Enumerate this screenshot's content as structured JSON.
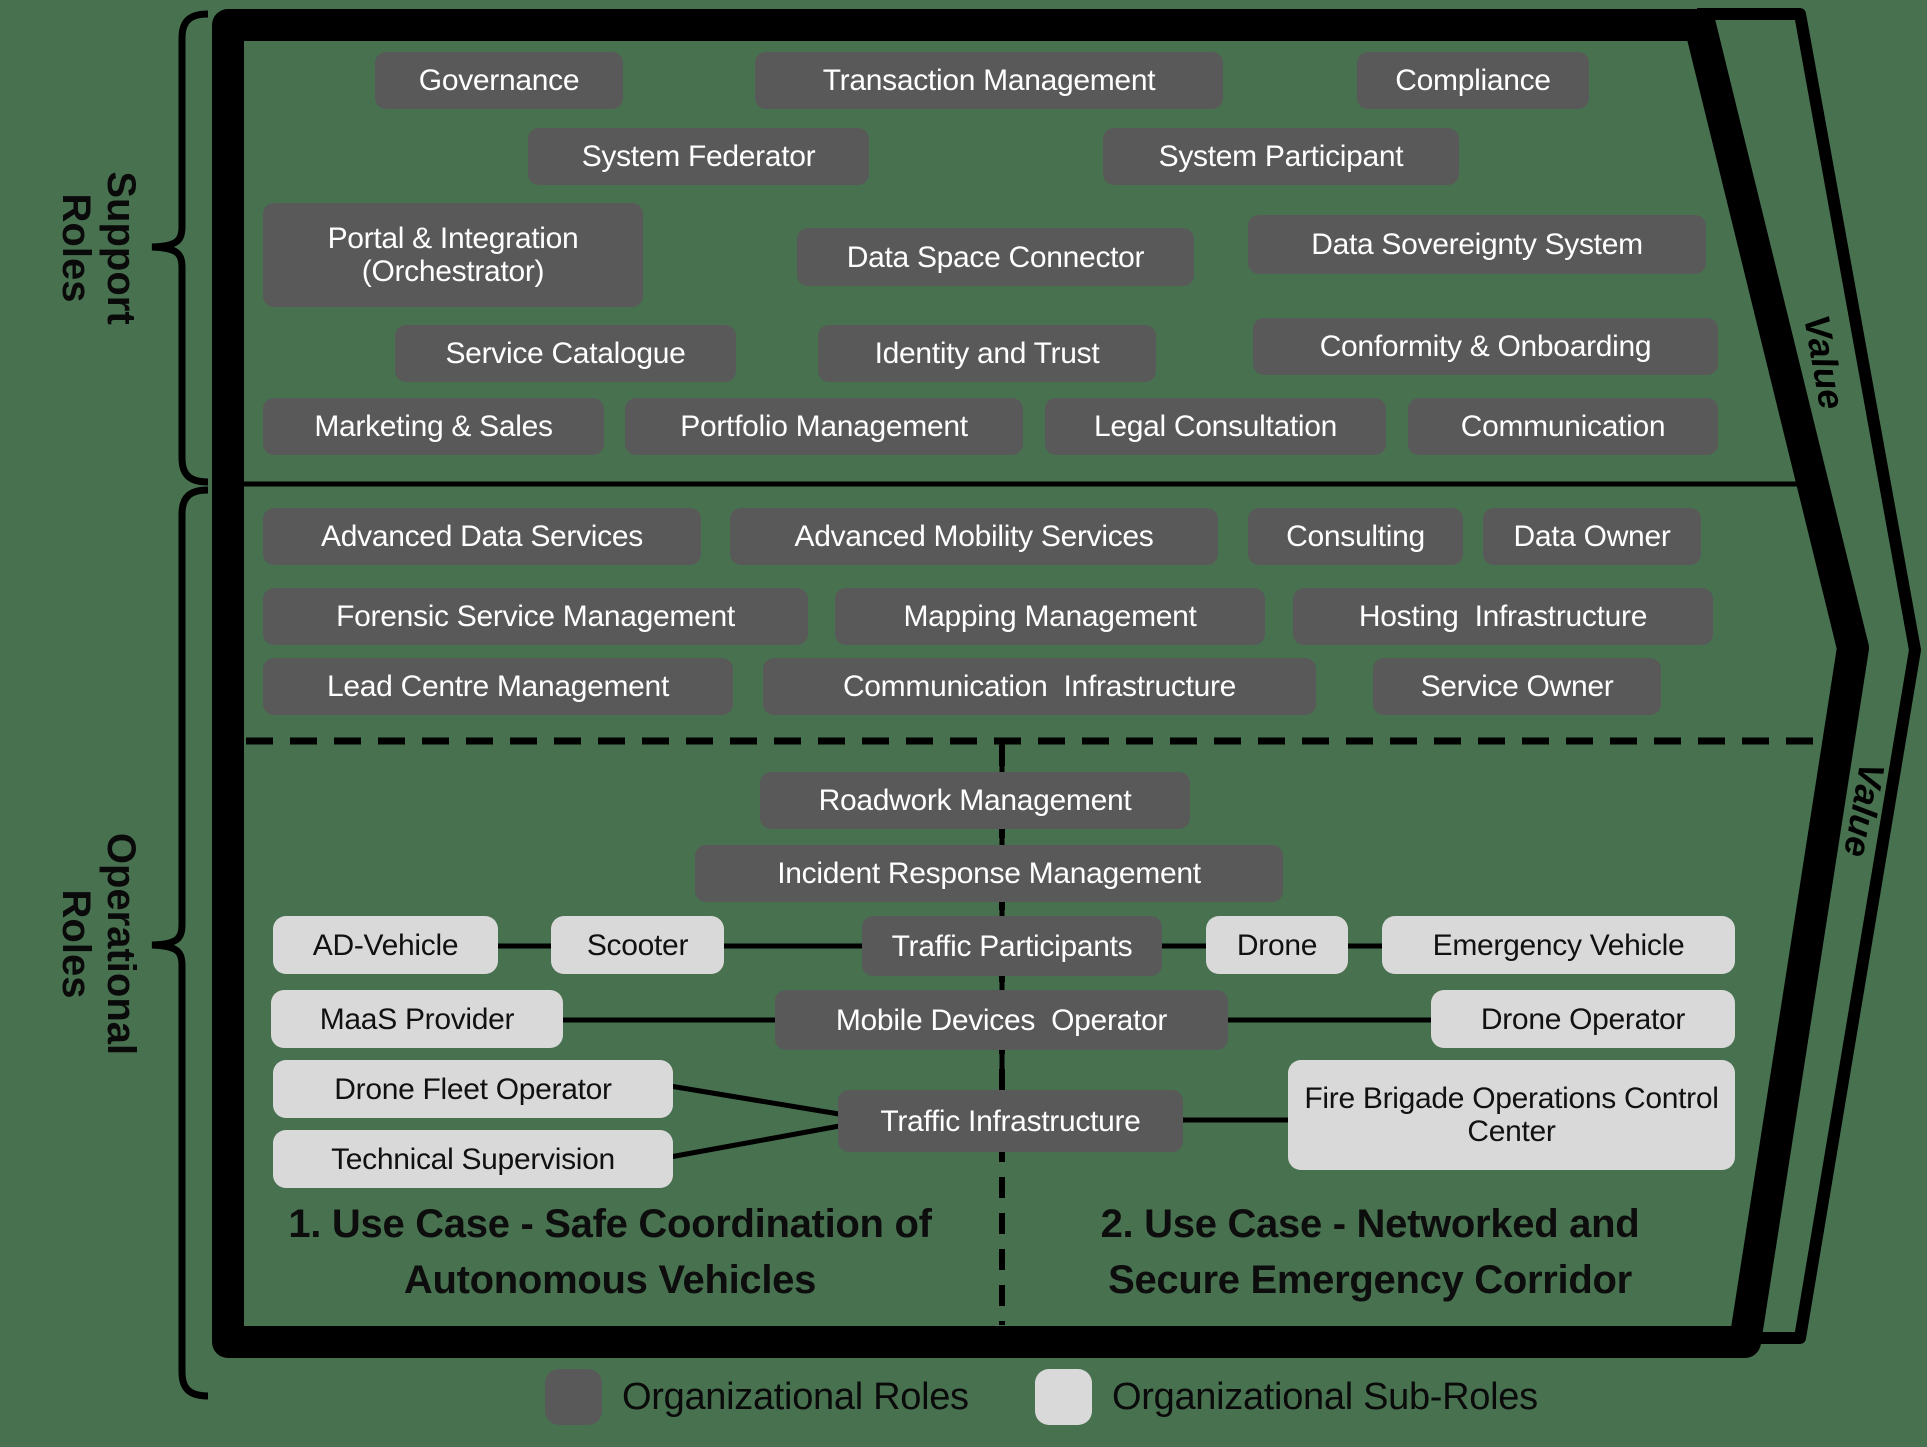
{
  "colors": {
    "background": "#487150",
    "role_box": "#595959",
    "role_box_text": "#ffffff",
    "sub_role_box": "#d9d9d9",
    "sub_role_box_text": "#111111",
    "line": "#000000"
  },
  "left_axis": {
    "support": "Support\nRoles",
    "operational": "Operational\nRoles"
  },
  "value_band": {
    "upper": "Value",
    "lower": "Value"
  },
  "support_boxes": [
    "Governance",
    "Transaction Management",
    "Compliance",
    "System Federator",
    "System Participant",
    "Portal & Integration (Orchestrator)",
    "Data Space Connector",
    "Data Sovereignty System",
    "Service Catalogue",
    "Identity and Trust",
    "Conformity & Onboarding",
    "Marketing & Sales",
    "Portfolio Management",
    "Legal Consultation",
    "Communication"
  ],
  "operational_boxes": [
    "Advanced Data Services",
    "Advanced Mobility Services",
    "Consulting",
    "Data Owner",
    "Forensic Service Management",
    "Mapping Management",
    "Hosting  Infrastructure",
    "Lead Centre Management",
    "Communication  Infrastructure",
    "Service Owner"
  ],
  "use_cases": {
    "role_boxes": [
      "Roadwork Management",
      "Incident Response Management",
      "Traffic Participants",
      "Mobile Devices  Operator",
      "Traffic Infrastructure"
    ],
    "sub_role_boxes": [
      "AD-Vehicle",
      "Scooter",
      "Drone",
      "Emergency Vehicle",
      "MaaS Provider",
      "Drone Operator",
      "Drone Fleet Operator",
      "Technical Supervision",
      "Fire Brigade Operations Control Center"
    ],
    "titles": [
      "1. Use Case - Safe Coordination of Autonomous Vehicles",
      "2. Use Case - Networked and Secure Emergency Corridor"
    ]
  },
  "legend": {
    "roles": "Organizational Roles",
    "sub_roles": "Organizational Sub-Roles"
  }
}
